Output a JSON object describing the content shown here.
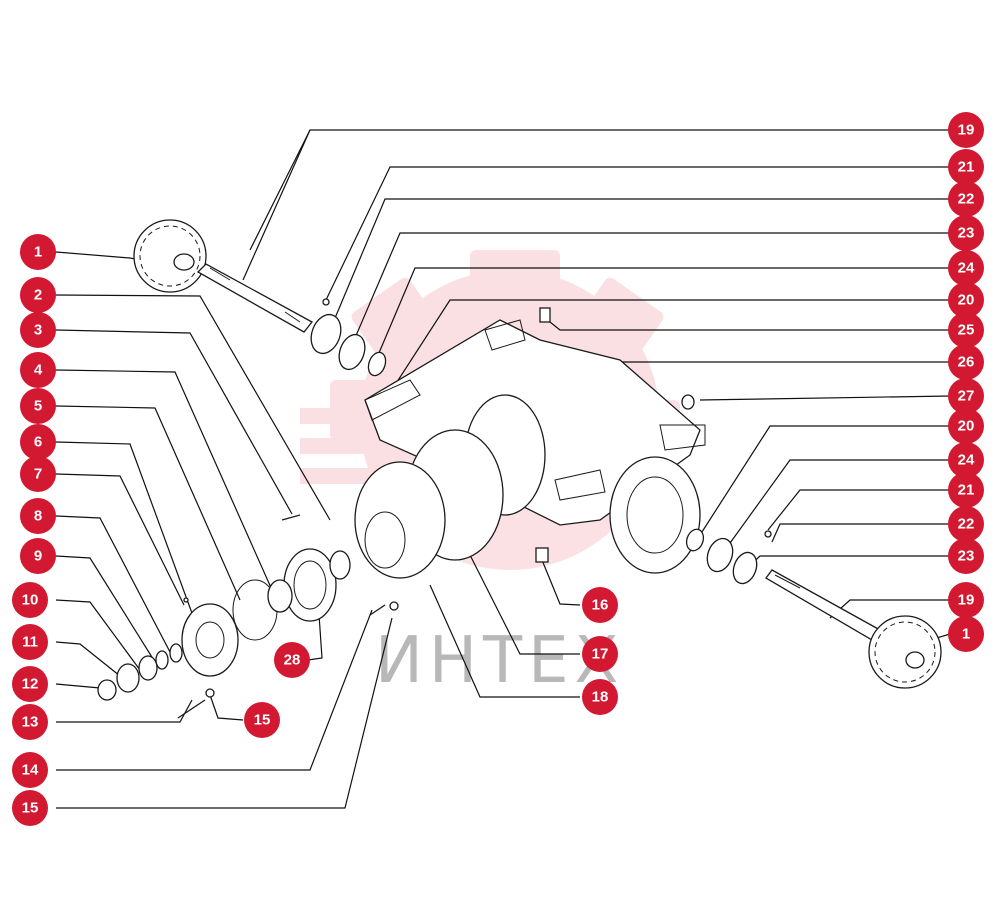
{
  "watermark": {
    "text": "ИНТЕХ",
    "color": "#f3c4c8"
  },
  "badge_color": "#d31831",
  "callouts": [
    {
      "id": "c1-left",
      "label": "1"
    },
    {
      "id": "c2",
      "label": "2"
    },
    {
      "id": "c3",
      "label": "3"
    },
    {
      "id": "c4",
      "label": "4"
    },
    {
      "id": "c5",
      "label": "5"
    },
    {
      "id": "c6",
      "label": "6"
    },
    {
      "id": "c7",
      "label": "7"
    },
    {
      "id": "c8",
      "label": "8"
    },
    {
      "id": "c9",
      "label": "9"
    },
    {
      "id": "c10",
      "label": "10"
    },
    {
      "id": "c11",
      "label": "11"
    },
    {
      "id": "c12",
      "label": "12"
    },
    {
      "id": "c13",
      "label": "13"
    },
    {
      "id": "c14",
      "label": "14"
    },
    {
      "id": "c15-left",
      "label": "15"
    },
    {
      "id": "c15-mid",
      "label": "15"
    },
    {
      "id": "c28",
      "label": "28"
    },
    {
      "id": "c18",
      "label": "18"
    },
    {
      "id": "c17",
      "label": "17"
    },
    {
      "id": "c16",
      "label": "16"
    },
    {
      "id": "c19-top",
      "label": "19"
    },
    {
      "id": "c21-top",
      "label": "21"
    },
    {
      "id": "c22-top",
      "label": "22"
    },
    {
      "id": "c23-top",
      "label": "23"
    },
    {
      "id": "c24-top",
      "label": "24"
    },
    {
      "id": "c20-top",
      "label": "20"
    },
    {
      "id": "c25",
      "label": "25"
    },
    {
      "id": "c26",
      "label": "26"
    },
    {
      "id": "c27",
      "label": "27"
    },
    {
      "id": "c20-bot",
      "label": "20"
    },
    {
      "id": "c24-bot",
      "label": "24"
    },
    {
      "id": "c21-bot",
      "label": "21"
    },
    {
      "id": "c22-bot",
      "label": "22"
    },
    {
      "id": "c23-bot",
      "label": "23"
    },
    {
      "id": "c19-bot",
      "label": "19"
    },
    {
      "id": "c1-right",
      "label": "1"
    }
  ]
}
